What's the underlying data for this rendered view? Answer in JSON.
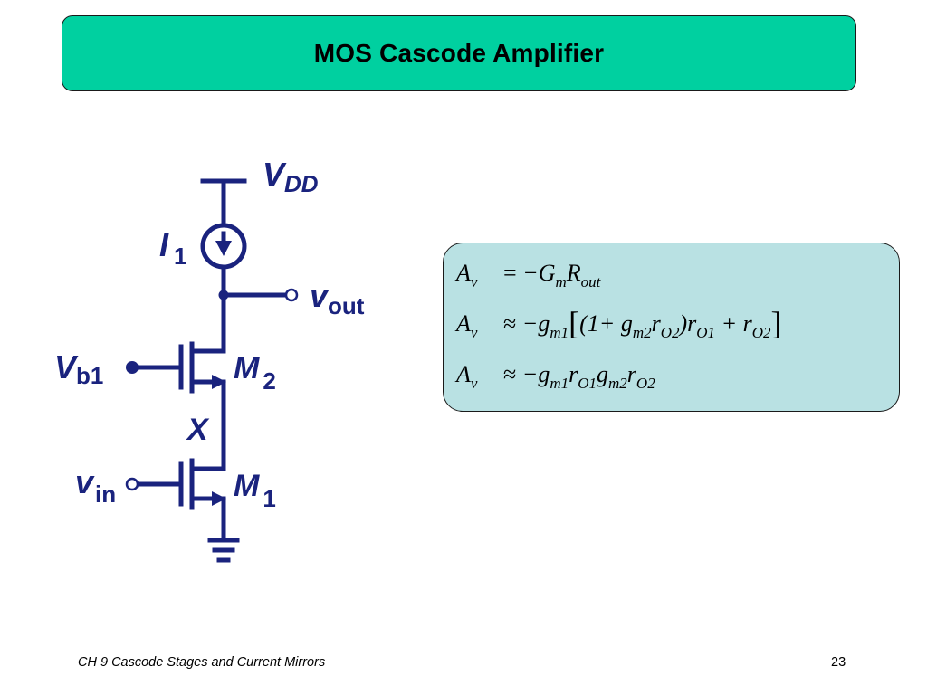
{
  "slide": {
    "title": "MOS Cascode Amplifier",
    "footer_text": "CH 9  Cascode Stages and Current Mirrors",
    "page_number": "23",
    "colors": {
      "title_bar": "#00d0a0",
      "circuit": "#1a237e",
      "equation_box": "#b9e1e3"
    }
  },
  "circuit": {
    "vdd_label": "V",
    "vdd_sub": "DD",
    "current_source_label": "I",
    "current_source_sub": "1",
    "vout_label": "v",
    "vout_sub": "out",
    "vb1_label": "V",
    "vb1_sub": "b1",
    "m2_label": "M",
    "m2_sub": "2",
    "node_x_label": "X",
    "vin_label": "v",
    "vin_sub": "in",
    "m1_label": "M",
    "m1_sub": "1"
  },
  "equations": {
    "eq1": {
      "lhs": "A",
      "lhs_sub": "v",
      "rel": "=",
      "rhs_a": "−G",
      "rhs_a_sub": "m",
      "rhs_b": "R",
      "rhs_b_sub": "out"
    },
    "eq2": {
      "lhs": "A",
      "lhs_sub": "v",
      "rel": "≈",
      "t1": "−g",
      "t1_sub": "m1",
      "lbr": "[",
      "t2": "(1+ g",
      "t2_sub": "m2",
      "t3": "r",
      "t3_sub": "O2",
      "t4": ")r",
      "t4_sub": "O1",
      "t5": " + r",
      "t5_sub": "O2",
      "rbr": "]"
    },
    "eq3": {
      "lhs": "A",
      "lhs_sub": "v",
      "rel": "≈",
      "t1": "−g",
      "t1_sub": "m1",
      "t2": "r",
      "t2_sub": "O1",
      "t3": "g",
      "t3_sub": "m2",
      "t4": "r",
      "t4_sub": "O2"
    }
  }
}
